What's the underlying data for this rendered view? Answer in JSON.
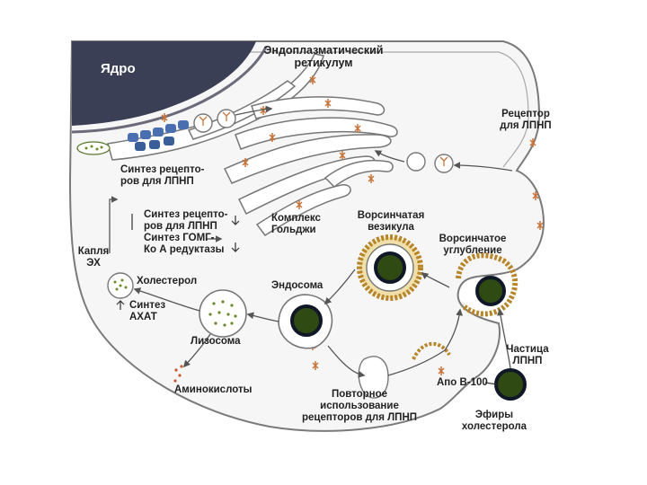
{
  "labels": {
    "nucleus": "Ядро",
    "er": [
      "Эндоплазматический",
      "ретикулум"
    ],
    "ldl_receptor": [
      "Рецептор",
      "для ЛПНП"
    ],
    "receptor_synthesis": [
      "Синтез рецепто-",
      "ров для ЛПНП"
    ],
    "golgi": [
      "Комплекс",
      "Гольджи"
    ],
    "coated_vesicle": [
      "Ворсинчатая",
      "везикула"
    ],
    "coated_pit": [
      "Ворсинчатое",
      "углубление"
    ],
    "regulation": [
      "Синтез рецепто-",
      "ров для ЛПНП",
      "Синтез ГОМГ-",
      "Ко А редуктазы"
    ],
    "ce_droplet": [
      "Капля",
      "ЭХ"
    ],
    "cholesterol": "Холестерол",
    "acat_synthesis": [
      "Синтез",
      "АХАТ"
    ],
    "endosome": "Эндосома",
    "lysosome": "Лизосома",
    "amino_acids": "Аминокислоты",
    "recycling": [
      "Повторное",
      "использование",
      "рецепторов для ЛПНП"
    ],
    "ldl_particle": [
      "Частица",
      "ЛПНП"
    ],
    "apo_b100": "Апо В-100",
    "cholesterol_esters": [
      "Эфиры",
      "холестерола"
    ]
  },
  "colors": {
    "nucleus": "#3a3f55",
    "membrane": "#7a7a7a",
    "receptor": "#c8743a",
    "coat": "#d9a640",
    "ldl_core": "#2f4a12",
    "ldl_ring": "#101828",
    "dots": "#6b8a2a"
  }
}
